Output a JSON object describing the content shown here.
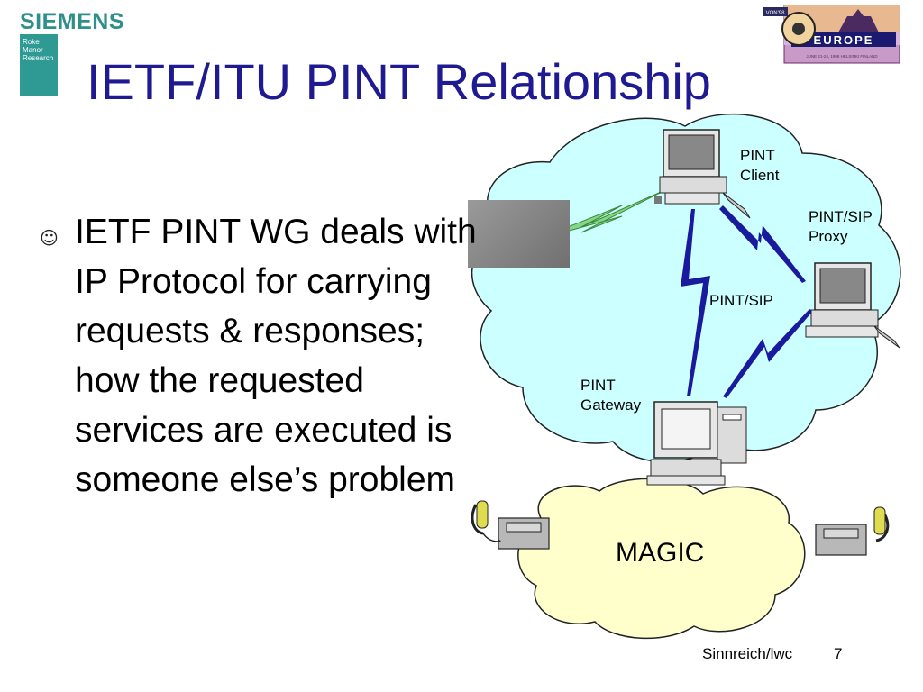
{
  "header": {
    "brand": "SIEMENS",
    "sub_logo": [
      "Roke",
      "Manor",
      "Research"
    ],
    "title": "IETF/ITU PINT Relationship",
    "event_logo": {
      "text": "EUROPE",
      "small_top": "VON'98",
      "small_bottom": "JUNE 21-24, 1998 HELSINKI FINLAND"
    }
  },
  "body": {
    "bullet_icon": "smiley-icon",
    "bullet_symbol": "☺",
    "text": "IETF PINT WG deals with IP Protocol for carrying requests & responses; how the requested services are executed is someone else’s problem"
  },
  "diagram": {
    "nodes": {
      "client": "PINT\nClient",
      "proxy": "PINT/SIP\nProxy",
      "gateway": "PINT\nGateway",
      "magic": "MAGIC"
    },
    "link_label": "PINT/SIP",
    "colors": {
      "ip_cloud": "#ccffff",
      "phone_cloud": "#ffffcc",
      "bolt_blue": "#1a1a9e",
      "bolt_green": "#86d68a"
    }
  },
  "footer": {
    "author": "Sinnreich/lwc",
    "page": "7"
  }
}
